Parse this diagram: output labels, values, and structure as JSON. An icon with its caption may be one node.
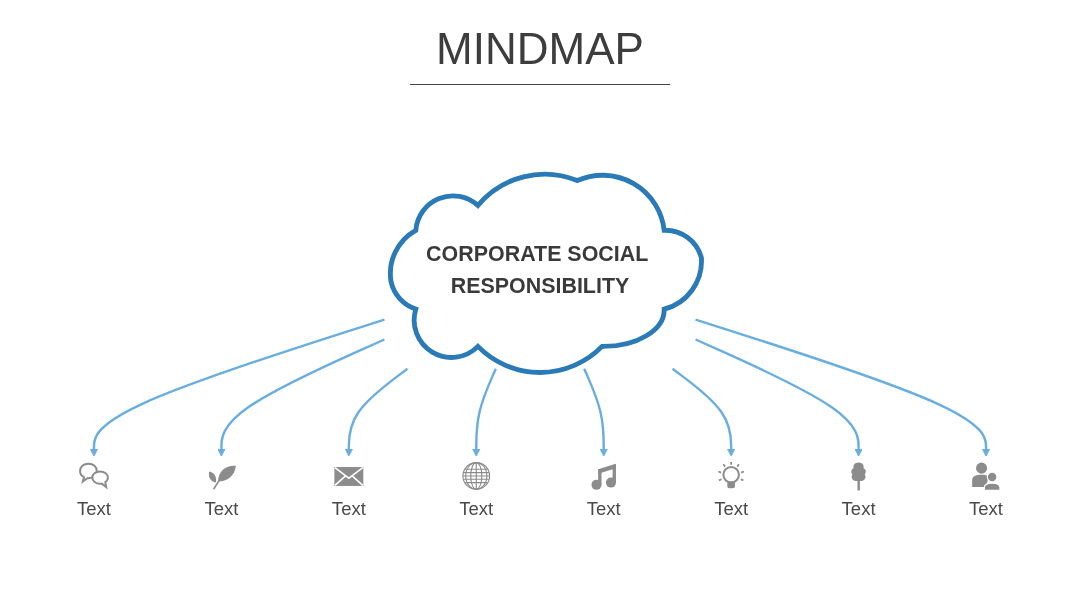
{
  "diagram": {
    "title": "MINDMAP",
    "nodes": [
      {
        "text": [
          "CORPORATE SOCIAL RESPONSIBILITY"
        ]
      },
      {
        "text": [
          "Text"
        ]
      },
      {
        "text": [
          "Text"
        ]
      },
      {
        "text": [
          "Text"
        ]
      },
      {
        "text": [
          "Text"
        ]
      },
      {
        "text": [
          "Text"
        ]
      },
      {
        "text": [
          "Text"
        ]
      },
      {
        "text": [
          "Text"
        ]
      },
      {
        "text": [
          "Text"
        ]
      }
    ],
    "edges": [
      {
        "from": 0,
        "to": 1,
        "arrow": "to"
      },
      {
        "from": 0,
        "to": 2,
        "arrow": "to"
      },
      {
        "from": 0,
        "to": 3,
        "arrow": "to"
      },
      {
        "from": 0,
        "to": 4,
        "arrow": "to"
      },
      {
        "from": 0,
        "to": 5,
        "arrow": "to"
      },
      {
        "from": 0,
        "to": 6,
        "arrow": "to"
      },
      {
        "from": 0,
        "to": 7,
        "arrow": "to"
      },
      {
        "from": 0,
        "to": 8,
        "arrow": "to"
      }
    ]
  }
}
